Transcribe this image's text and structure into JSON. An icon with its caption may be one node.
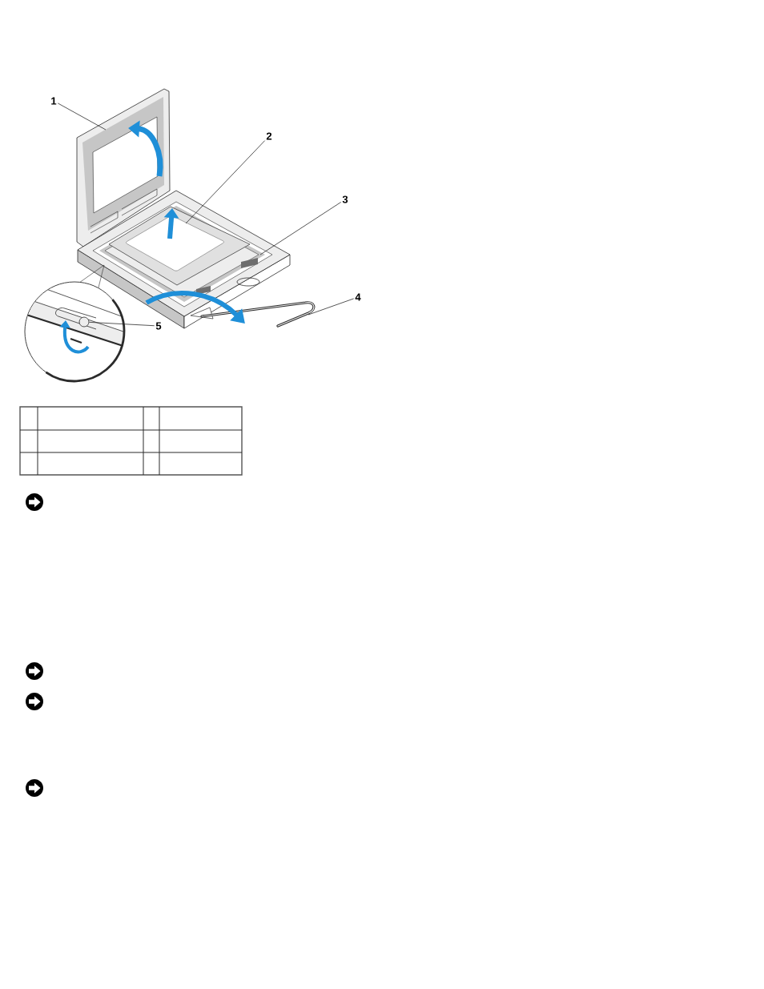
{
  "diagram": {
    "nodes": [
      {
        "text": [
          "1"
        ]
      },
      {
        "text": [
          "2"
        ]
      },
      {
        "text": [
          "3"
        ]
      },
      {
        "text": [
          "4"
        ]
      },
      {
        "text": [
          "5"
        ]
      },
      {
        "text": [],
        "shape": "circle"
      }
    ],
    "edges": [
      {
        "from": 0,
        "to": null,
        "arrow": "none"
      },
      {
        "from": 1,
        "to": null,
        "arrow": "none"
      },
      {
        "from": 2,
        "to": null,
        "arrow": "none"
      },
      {
        "from": 3,
        "to": null,
        "arrow": "none"
      },
      {
        "from": 4,
        "to": 5,
        "arrow": "none"
      }
    ]
  }
}
